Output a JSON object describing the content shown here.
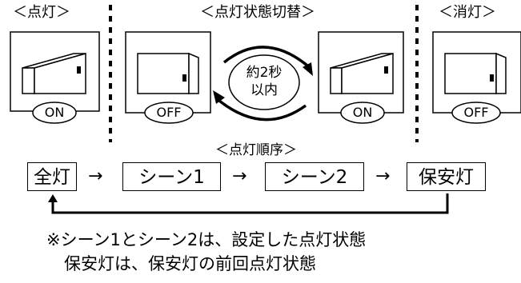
{
  "headers": {
    "on": "＜点灯＞",
    "switch": "＜点灯状態切替＞",
    "off": "＜消灯＞"
  },
  "center_label": {
    "line1": "約2秒",
    "line2": "以内"
  },
  "switch_states": [
    "ON",
    "OFF",
    "ON",
    "OFF"
  ],
  "sequence_title": "＜点灯順序＞",
  "sequence": [
    "全灯",
    "シーン1",
    "シーン2",
    "保安灯"
  ],
  "arrow_glyph": "→",
  "notes": [
    "※シーン1とシーン2は、設定した点灯状態",
    "保安灯は、保安灯の前回点灯状態"
  ]
}
